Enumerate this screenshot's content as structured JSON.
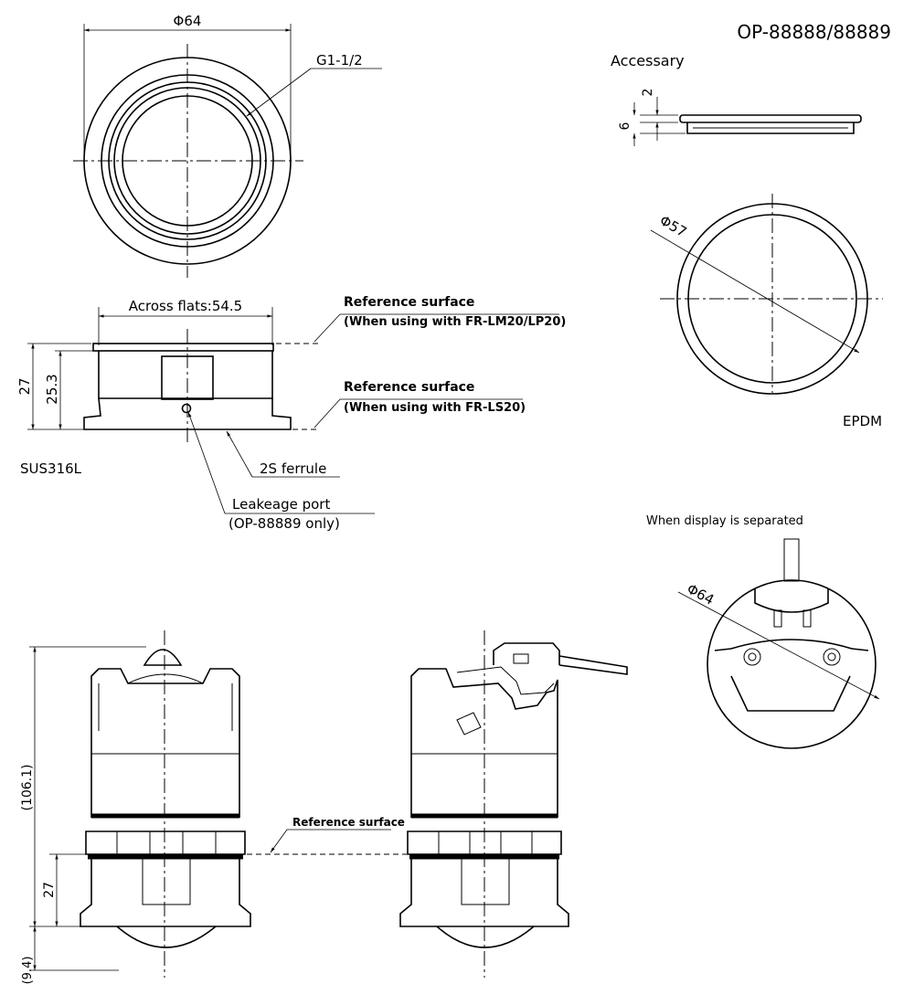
{
  "title": "OP-88888/88889",
  "top_view": {
    "diameter": "Φ64",
    "thread": "G1-1/2"
  },
  "side_view": {
    "across_flats": "Across flats:54.5",
    "dim_total": "27",
    "dim_inner": "25.3",
    "ref1_label": "Reference surface",
    "ref1_note": "(When using with FR-LM20/LP20)",
    "ref2_label": "Reference surface",
    "ref2_note": "(When using with FR-LS20)",
    "ferrule": "2S ferrule",
    "leak_label": "Leakeage port",
    "leak_note": "(OP-88889 only)",
    "material": "SUS316L"
  },
  "accessory": {
    "title": "Accessary",
    "dim_2": "2",
    "dim_6": "6",
    "diameter": "Φ57",
    "material": "EPDM"
  },
  "display_sep": {
    "title": "When display is separated",
    "diameter": "Φ64"
  },
  "bottom": {
    "dim_height": "(106.1)",
    "dim_27": "27",
    "dim_94": "(9.4)",
    "ref_label": "Reference surface"
  }
}
